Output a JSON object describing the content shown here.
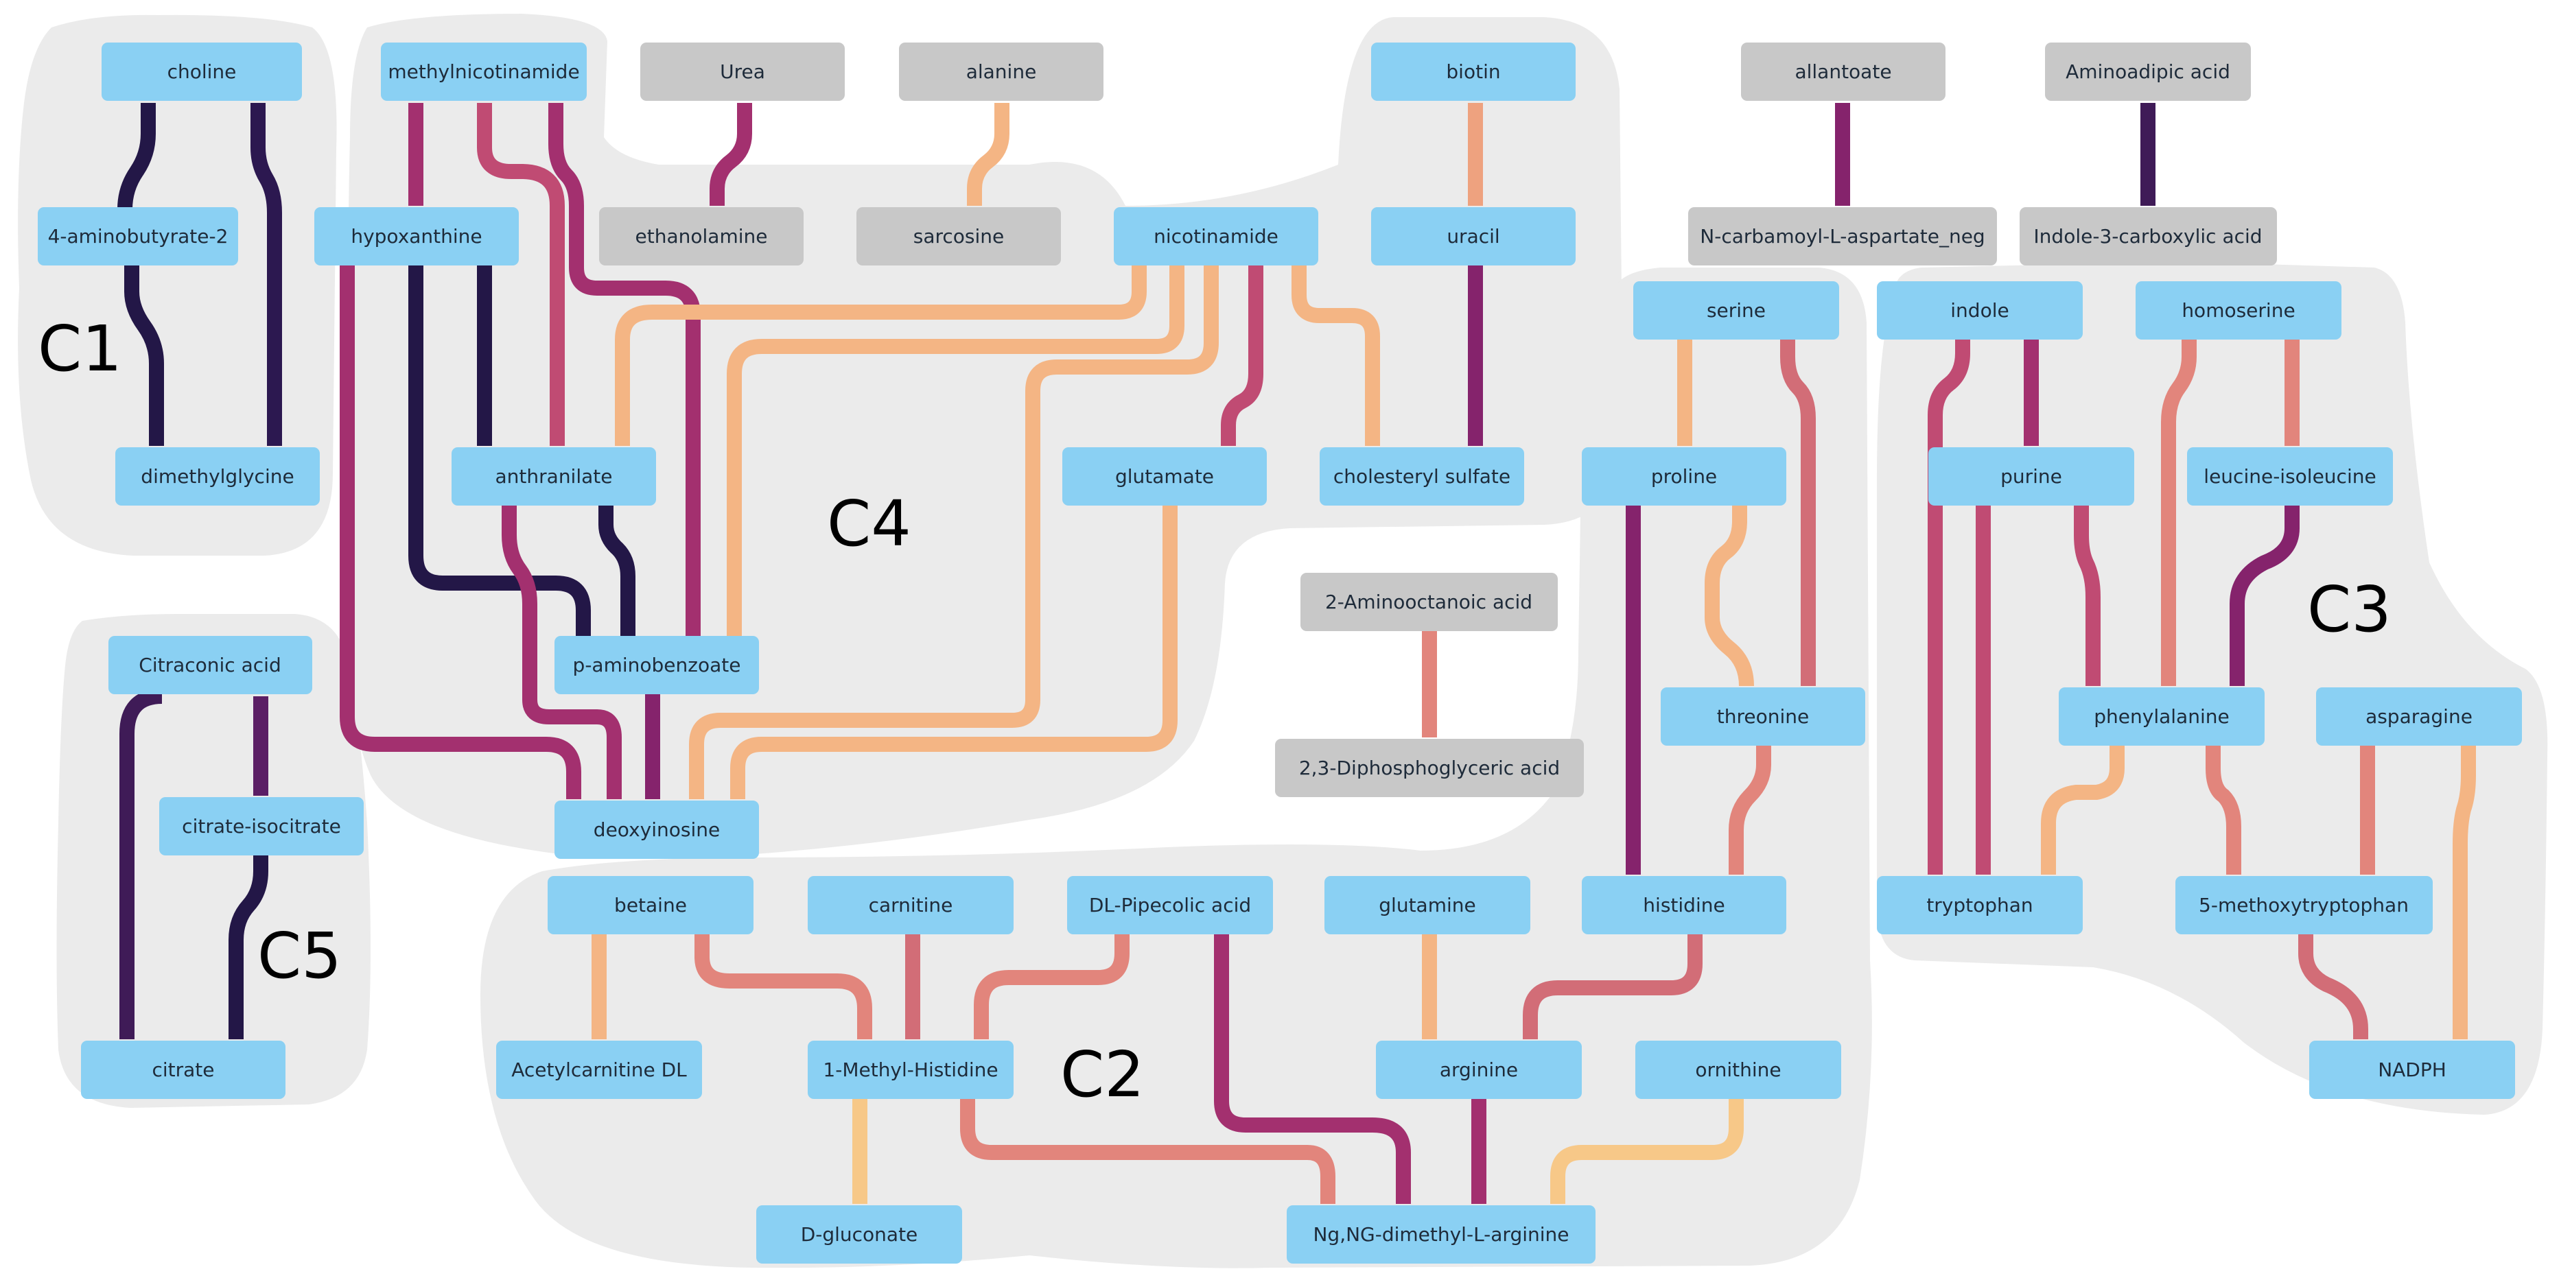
{
  "colors": {
    "background": "#ffffff",
    "cluster_fill": "#ebebeb",
    "node_blue": "#8ad0f3",
    "node_gray": "#c8c8c8",
    "edge_palette": [
      "#231747",
      "#3f1b57",
      "#5b1e65",
      "#85236c",
      "#a3306f",
      "#c04b73",
      "#d26d77",
      "#e2857c",
      "#eea27f",
      "#f4b584",
      "#f7c888"
    ]
  },
  "clusters": [
    {
      "id": "c1",
      "label": "C1"
    },
    {
      "id": "c2",
      "label": "C2"
    },
    {
      "id": "c3",
      "label": "C3"
    },
    {
      "id": "c4",
      "label": "C4"
    },
    {
      "id": "c5",
      "label": "C5"
    }
  ],
  "nodes": [
    {
      "id": "choline",
      "label": "choline",
      "kind": "blue"
    },
    {
      "id": "aminobutyrate",
      "label": "4-aminobutyrate-2",
      "kind": "blue"
    },
    {
      "id": "dimethylglycine",
      "label": "dimethylglycine",
      "kind": "blue"
    },
    {
      "id": "citraconic",
      "label": "Citraconic acid",
      "kind": "blue"
    },
    {
      "id": "citrate_isocitrate",
      "label": "citrate-isocitrate",
      "kind": "blue"
    },
    {
      "id": "citrate",
      "label": "citrate",
      "kind": "blue"
    },
    {
      "id": "methylnicotinamide",
      "label": "methylnicotinamide",
      "kind": "blue"
    },
    {
      "id": "hypoxanthine",
      "label": "hypoxanthine",
      "kind": "blue"
    },
    {
      "id": "anthranilate",
      "label": "anthranilate",
      "kind": "blue"
    },
    {
      "id": "paminobenzoate",
      "label": "p-aminobenzoate",
      "kind": "blue"
    },
    {
      "id": "deoxyinosine",
      "label": "deoxyinosine",
      "kind": "blue"
    },
    {
      "id": "nicotinamide",
      "label": "nicotinamide",
      "kind": "blue"
    },
    {
      "id": "glutamate",
      "label": "glutamate",
      "kind": "blue"
    },
    {
      "id": "biotin",
      "label": "biotin",
      "kind": "blue"
    },
    {
      "id": "uracil",
      "label": "uracil",
      "kind": "blue"
    },
    {
      "id": "cholesteryl",
      "label": "cholesteryl sulfate",
      "kind": "blue"
    },
    {
      "id": "urea",
      "label": "Urea",
      "kind": "gray"
    },
    {
      "id": "ethanolamine",
      "label": "ethanolamine",
      "kind": "gray"
    },
    {
      "id": "alanine",
      "label": "alanine",
      "kind": "gray"
    },
    {
      "id": "sarcosine",
      "label": "sarcosine",
      "kind": "gray"
    },
    {
      "id": "allantoate",
      "label": "allantoate",
      "kind": "gray"
    },
    {
      "id": "ncarbamoyl",
      "label": "N-carbamoyl-L-aspartate_neg",
      "kind": "gray"
    },
    {
      "id": "aminoadipic",
      "label": "Aminoadipic acid",
      "kind": "gray"
    },
    {
      "id": "indole3",
      "label": "Indole-3-carboxylic acid",
      "kind": "gray"
    },
    {
      "id": "aminooctanoic",
      "label": "2-Aminooctanoic acid",
      "kind": "gray"
    },
    {
      "id": "diphosphoglyceric",
      "label": "2,3-Diphosphoglyceric acid",
      "kind": "gray"
    },
    {
      "id": "serine",
      "label": "serine",
      "kind": "blue"
    },
    {
      "id": "proline",
      "label": "proline",
      "kind": "blue"
    },
    {
      "id": "threonine",
      "label": "threonine",
      "kind": "blue"
    },
    {
      "id": "histidine",
      "label": "histidine",
      "kind": "blue"
    },
    {
      "id": "indole",
      "label": "indole",
      "kind": "blue"
    },
    {
      "id": "purine",
      "label": "purine",
      "kind": "blue"
    },
    {
      "id": "tryptophan",
      "label": "tryptophan",
      "kind": "blue"
    },
    {
      "id": "homoserine",
      "label": "homoserine",
      "kind": "blue"
    },
    {
      "id": "leucine",
      "label": "leucine-isoleucine",
      "kind": "blue"
    },
    {
      "id": "phenylalanine",
      "label": "phenylalanine",
      "kind": "blue"
    },
    {
      "id": "asparagine",
      "label": "asparagine",
      "kind": "blue"
    },
    {
      "id": "methoxytryptophan",
      "label": "5-methoxytryptophan",
      "kind": "blue"
    },
    {
      "id": "nadph",
      "label": "NADPH",
      "kind": "blue"
    },
    {
      "id": "betaine",
      "label": "betaine",
      "kind": "blue"
    },
    {
      "id": "acetylcarnitine",
      "label": "Acetylcarnitine DL",
      "kind": "blue"
    },
    {
      "id": "carnitine",
      "label": "carnitine",
      "kind": "blue"
    },
    {
      "id": "methylhistidine",
      "label": "1-Methyl-Histidine",
      "kind": "blue"
    },
    {
      "id": "dgluconate",
      "label": "D-gluconate",
      "kind": "blue"
    },
    {
      "id": "pipecolic",
      "label": "DL-Pipecolic acid",
      "kind": "blue"
    },
    {
      "id": "glutamine",
      "label": "glutamine",
      "kind": "blue"
    },
    {
      "id": "arginine",
      "label": "arginine",
      "kind": "blue"
    },
    {
      "id": "ornithine",
      "label": "ornithine",
      "kind": "blue"
    },
    {
      "id": "ngdimethyl",
      "label": "Ng,NG-dimethyl-L-arginine",
      "kind": "blue"
    }
  ],
  "edges": [
    {
      "from": "choline",
      "to": "aminobutyrate",
      "color": "#231747"
    },
    {
      "from": "aminobutyrate",
      "to": "dimethylglycine",
      "color": "#231747"
    },
    {
      "from": "choline",
      "to": "dimethylglycine",
      "color": "#2c1850"
    },
    {
      "from": "citraconic",
      "to": "citrate",
      "color": "#3f1b57"
    },
    {
      "from": "citraconic",
      "to": "citrate_isocitrate",
      "color": "#5b1e65"
    },
    {
      "from": "citrate_isocitrate",
      "to": "citrate",
      "color": "#231747"
    },
    {
      "from": "methylnicotinamide",
      "to": "hypoxanthine",
      "color": "#a3306f"
    },
    {
      "from": "methylnicotinamide",
      "to": "anthranilate",
      "color": "#c04b73"
    },
    {
      "from": "methylnicotinamide",
      "to": "paminobenzoate",
      "color": "#a3306f"
    },
    {
      "from": "hypoxanthine",
      "to": "anthranilate",
      "color": "#231747"
    },
    {
      "from": "hypoxanthine",
      "to": "paminobenzoate",
      "color": "#231747"
    },
    {
      "from": "hypoxanthine",
      "to": "deoxyinosine",
      "color": "#a3306f"
    },
    {
      "from": "anthranilate",
      "to": "paminobenzoate",
      "color": "#231747"
    },
    {
      "from": "anthranilate",
      "to": "deoxyinosine",
      "color": "#a3306f"
    },
    {
      "from": "paminobenzoate",
      "to": "deoxyinosine",
      "color": "#85236c"
    },
    {
      "from": "nicotinamide",
      "to": "anthranilate",
      "color": "#f4b584"
    },
    {
      "from": "nicotinamide",
      "to": "paminobenzoate",
      "color": "#f4b584"
    },
    {
      "from": "nicotinamide",
      "to": "deoxyinosine",
      "color": "#f4b584"
    },
    {
      "from": "nicotinamide",
      "to": "glutamate",
      "color": "#c04b73"
    },
    {
      "from": "nicotinamide",
      "to": "cholesteryl",
      "color": "#f4b584"
    },
    {
      "from": "glutamate",
      "to": "deoxyinosine",
      "color": "#f4b584"
    },
    {
      "from": "biotin",
      "to": "uracil",
      "color": "#eea27f"
    },
    {
      "from": "uracil",
      "to": "cholesteryl",
      "color": "#85236c"
    },
    {
      "from": "urea",
      "to": "ethanolamine",
      "color": "#a3306f"
    },
    {
      "from": "alanine",
      "to": "sarcosine",
      "color": "#f4b584"
    },
    {
      "from": "allantoate",
      "to": "ncarbamoyl",
      "color": "#85236c"
    },
    {
      "from": "aminoadipic",
      "to": "indole3",
      "color": "#3f1b57"
    },
    {
      "from": "aminooctanoic",
      "to": "diphosphoglyceric",
      "color": "#e2857c"
    },
    {
      "from": "serine",
      "to": "proline",
      "color": "#f4b584"
    },
    {
      "from": "serine",
      "to": "threonine",
      "color": "#d26d77"
    },
    {
      "from": "proline",
      "to": "threonine",
      "color": "#f4b584"
    },
    {
      "from": "proline",
      "to": "histidine",
      "color": "#85236c"
    },
    {
      "from": "threonine",
      "to": "histidine",
      "color": "#e2857c"
    },
    {
      "from": "indole",
      "to": "purine",
      "color": "#a3306f"
    },
    {
      "from": "indole",
      "to": "tryptophan",
      "color": "#c04b73"
    },
    {
      "from": "purine",
      "to": "tryptophan",
      "color": "#c04b73"
    },
    {
      "from": "purine",
      "to": "phenylalanine",
      "color": "#c04b73"
    },
    {
      "from": "homoserine",
      "to": "leucine",
      "color": "#e2857c"
    },
    {
      "from": "homoserine",
      "to": "phenylalanine",
      "color": "#e2857c"
    },
    {
      "from": "leucine",
      "to": "phenylalanine",
      "color": "#85236c"
    },
    {
      "from": "phenylalanine",
      "to": "tryptophan",
      "color": "#f4b584"
    },
    {
      "from": "phenylalanine",
      "to": "methoxytryptophan",
      "color": "#e2857c"
    },
    {
      "from": "asparagine",
      "to": "methoxytryptophan",
      "color": "#e2857c"
    },
    {
      "from": "asparagine",
      "to": "nadph",
      "color": "#f4b584"
    },
    {
      "from": "methoxytryptophan",
      "to": "nadph",
      "color": "#d26d77"
    },
    {
      "from": "betaine",
      "to": "acetylcarnitine",
      "color": "#f4b584"
    },
    {
      "from": "betaine",
      "to": "methylhistidine",
      "color": "#e2857c"
    },
    {
      "from": "carnitine",
      "to": "methylhistidine",
      "color": "#d26d77"
    },
    {
      "from": "pipecolic",
      "to": "methylhistidine",
      "color": "#e2857c"
    },
    {
      "from": "pipecolic",
      "to": "ngdimethyl",
      "color": "#a3306f"
    },
    {
      "from": "methylhistidine",
      "to": "dgluconate",
      "color": "#f7c888"
    },
    {
      "from": "methylhistidine",
      "to": "ngdimethyl",
      "color": "#e2857c"
    },
    {
      "from": "histidine",
      "to": "arginine",
      "color": "#d26d77"
    },
    {
      "from": "glutamine",
      "to": "arginine",
      "color": "#f4b584"
    },
    {
      "from": "arginine",
      "to": "ngdimethyl",
      "color": "#a3306f"
    },
    {
      "from": "ornithine",
      "to": "ngdimethyl",
      "color": "#f7c888"
    }
  ]
}
